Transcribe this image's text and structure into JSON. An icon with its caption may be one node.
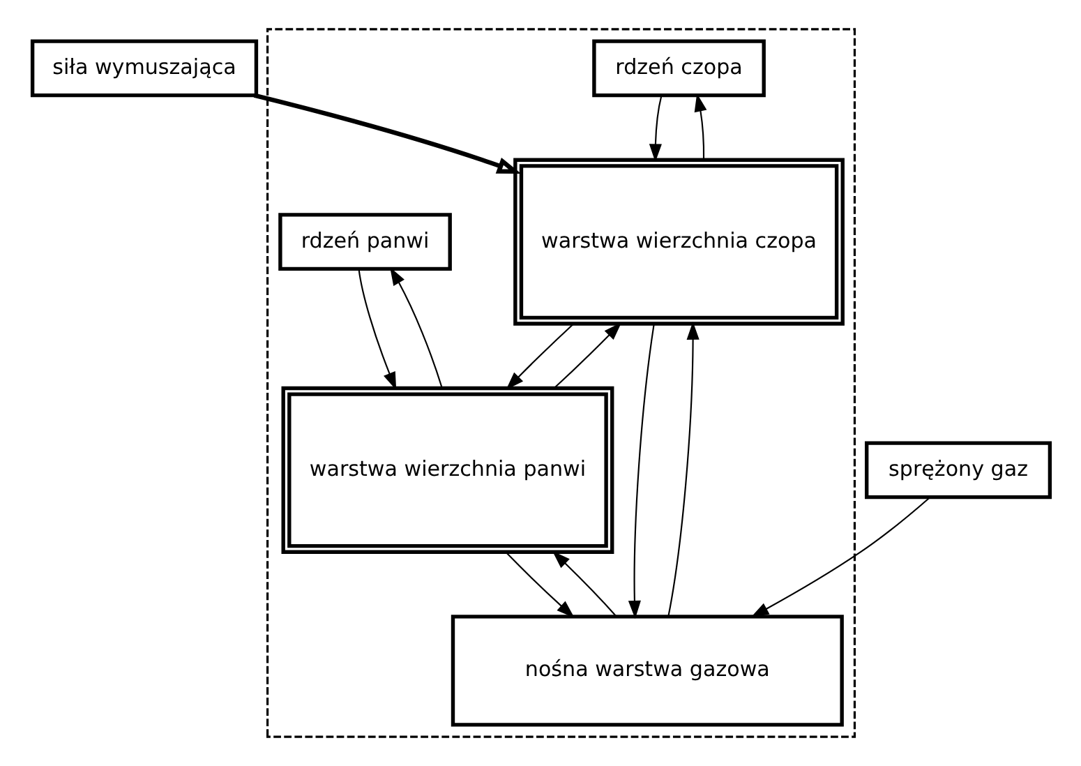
{
  "diagram": {
    "nodes": [
      {
        "text": [],
        "shape": "box"
      },
      {
        "text": [
          "rdzeń czopa"
        ],
        "in": 0
      },
      {
        "text": [
          "rdzeń panwi"
        ],
        "in": 0
      },
      {
        "text": [
          "siła wymuszająca"
        ]
      },
      {
        "text": [
          "warstwa wierzchnia czopa"
        ],
        "in": 0
      },
      {
        "text": [
          "warstwa wierzchnia panwi"
        ],
        "in": 0
      },
      {
        "text": [
          "sprężony gaz"
        ]
      },
      {
        "text": [
          "nośna warstwa gazowa"
        ],
        "in": 0
      }
    ],
    "edges": [
      {
        "from": 4,
        "to": 1,
        "arrow": "to"
      },
      {
        "from": 5,
        "to": 2,
        "arrow": "to"
      },
      {
        "from": 1,
        "to": 4,
        "arrow": "to"
      },
      {
        "from": 2,
        "to": 5,
        "arrow": "to"
      },
      {
        "from": 5,
        "to": 4,
        "arrow": "to"
      },
      {
        "from": 4,
        "to": 5,
        "arrow": "to"
      },
      {
        "from": 3,
        "to": 4,
        "arrow": "to",
        "style": "thick"
      },
      {
        "from": 6,
        "to": 7,
        "arrow": "to"
      },
      {
        "from": 4,
        "to": 7,
        "arrow": "to"
      },
      {
        "from": 7,
        "to": 4,
        "arrow": "to"
      },
      {
        "from": 7,
        "to": 5,
        "arrow": "to"
      },
      {
        "from": 5,
        "to": 7,
        "arrow": "to"
      }
    ]
  }
}
